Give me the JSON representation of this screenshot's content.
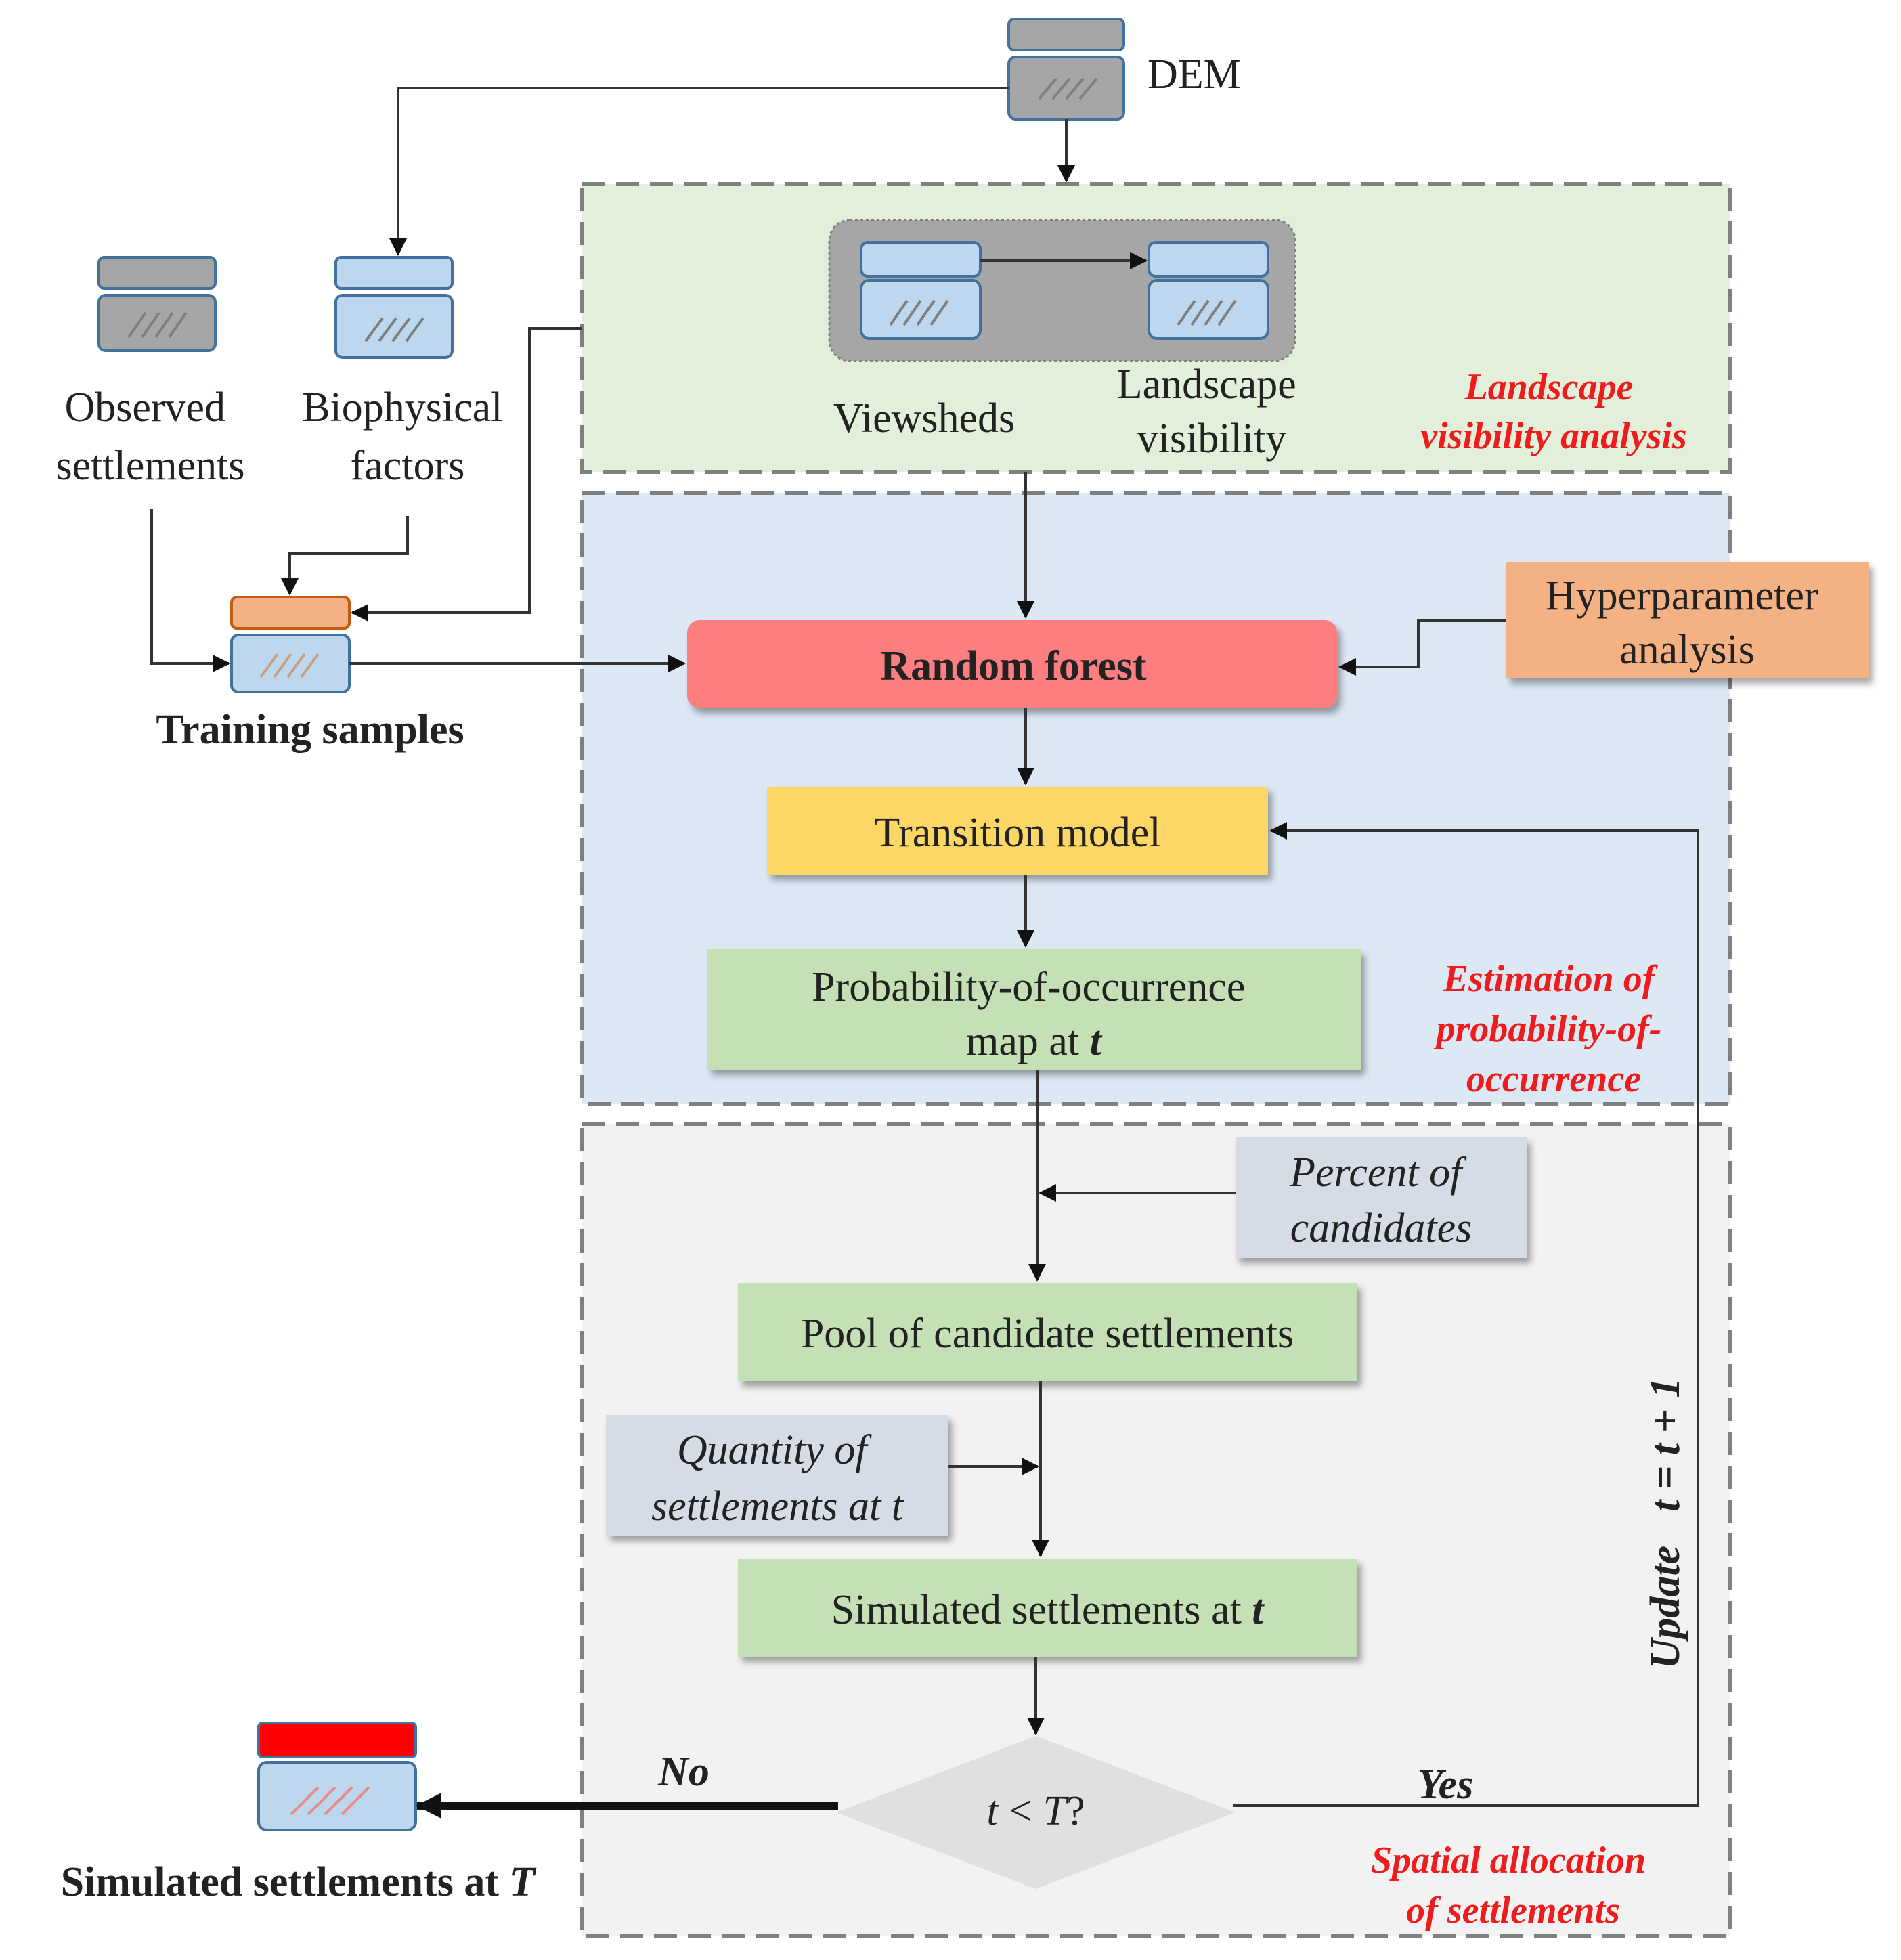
{
  "inputs": {
    "dem": "DEM",
    "observed": [
      "Observed",
      "settlements"
    ],
    "biophysical": [
      "Biophysical",
      "factors"
    ],
    "training": "Training samples"
  },
  "sections": {
    "visibility": {
      "title": [
        "Landscape",
        "visibility analysis"
      ],
      "viewsheds": "Viewsheds",
      "landscape": [
        "Landscape",
        "visibility"
      ]
    },
    "estimation": {
      "title": [
        "Estimation of",
        "probability-of-",
        "occurrence"
      ],
      "random_forest": "Random forest",
      "hyperparameter": [
        "Hyperparameter",
        "analysis"
      ],
      "transition": "Transition model",
      "probability_map": [
        "Probability-of-occurrence",
        "map at ",
        "t"
      ]
    },
    "allocation": {
      "title": [
        "Spatial allocation",
        "of settlements"
      ],
      "percent": [
        "Percent of",
        "candidates"
      ],
      "pool": "Pool of candidate settlements",
      "quantity": [
        "Quantity of",
        "settlements at t"
      ],
      "simulated_t": [
        "Simulated settlements at ",
        "t"
      ],
      "decision": [
        "t",
        " < ",
        "T",
        "?"
      ],
      "no": "No",
      "yes": "Yes",
      "update": [
        "Update",
        "t",
        " = ",
        "t",
        " + 1"
      ]
    }
  },
  "output": [
    "Simulated settlements at ",
    "T"
  ],
  "colors": {
    "red_label": "#ee1c1c",
    "visibility_bg": "#e2efda",
    "estimation_bg": "#dde8f5",
    "allocation_bg": "#f2f2f2",
    "random_forest": "#fd7e7e",
    "transition": "#fdd766",
    "green_box": "#c5e0b4",
    "hyperparameter": "#f4b183",
    "input_box": "#d6dce5",
    "diamond": "#e0e0e0"
  }
}
